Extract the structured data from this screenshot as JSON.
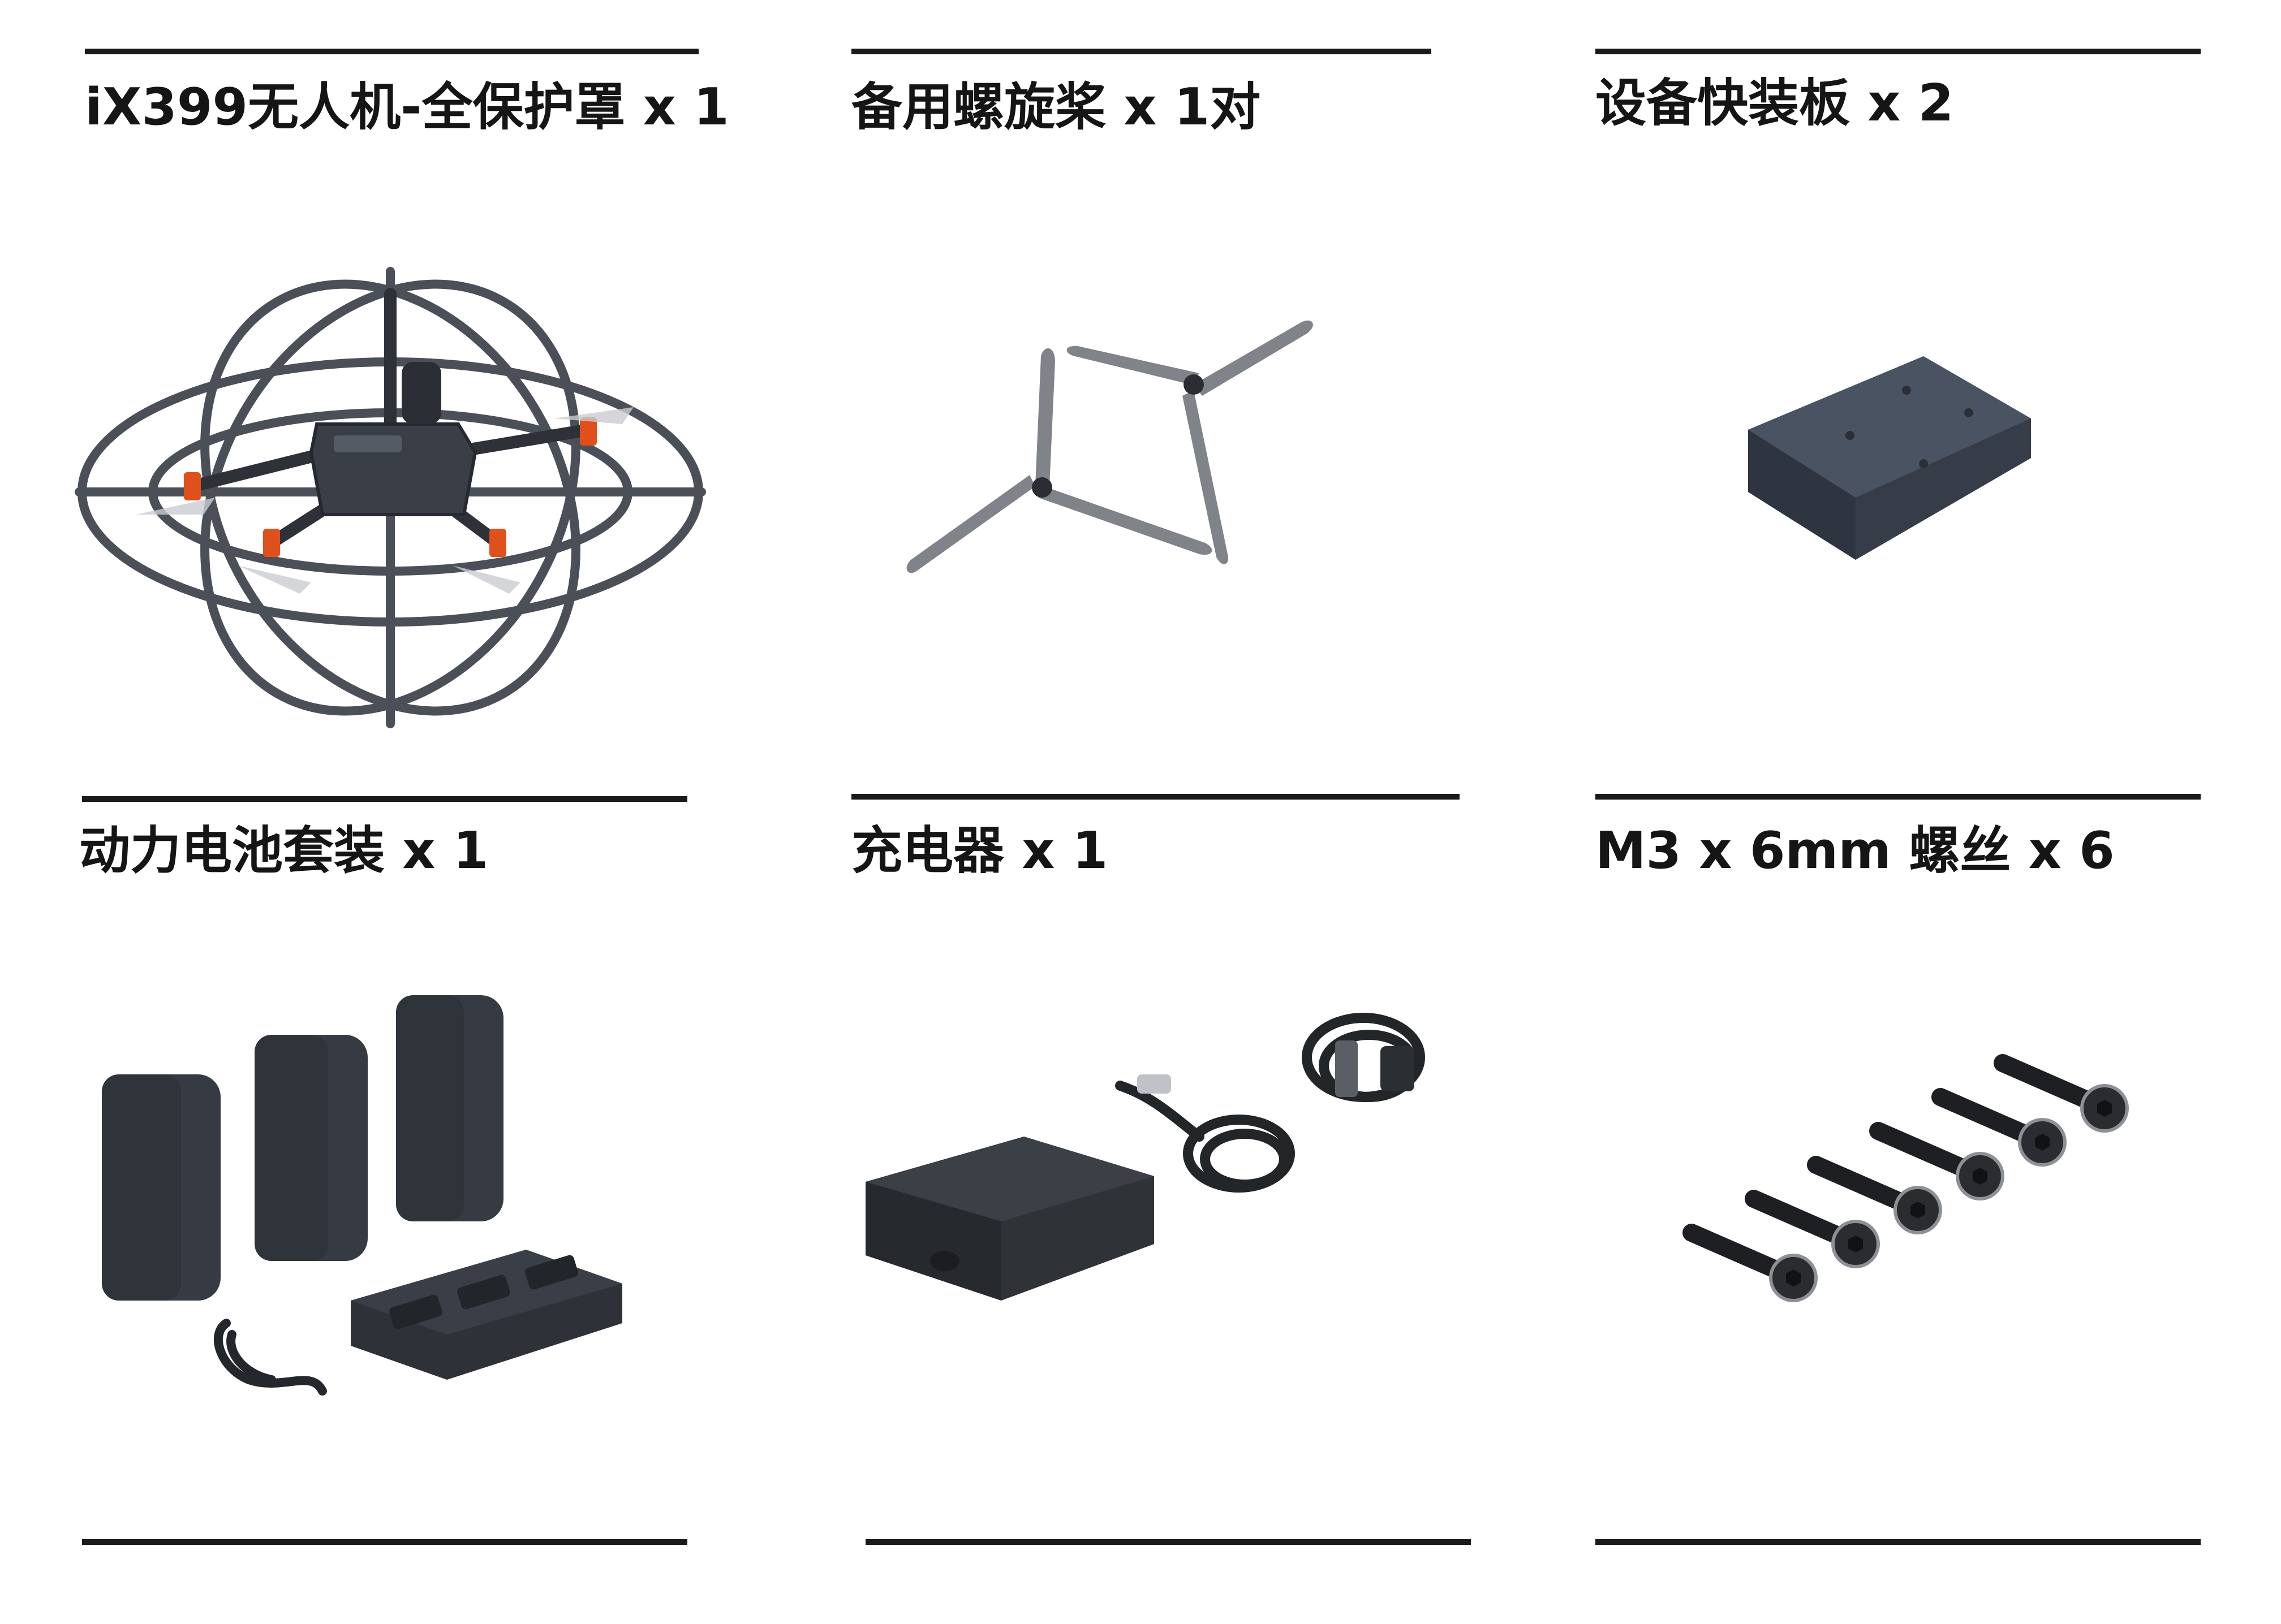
{
  "items": [
    {
      "label": "iX399无人机-全保护罩 x 1",
      "icon": "drone-with-cage-icon"
    },
    {
      "label": "备用螺旋桨 x 1对",
      "icon": "propeller-icon"
    },
    {
      "label": "设备快装板 x 2",
      "icon": "mount-plate-icon"
    },
    {
      "label": "动力电池套装 x 1",
      "icon": "battery-kit-icon"
    },
    {
      "label": "充电器 x 1",
      "icon": "charger-icon"
    },
    {
      "label": "M3 x 6mm 螺丝 x 6",
      "icon": "screw-icon"
    }
  ],
  "colors": {
    "background": "#ffffff",
    "text": "#151515",
    "rule": "#1a1a1a",
    "product_dark": "#3a3f47",
    "accent_orange": "#e0501c"
  }
}
